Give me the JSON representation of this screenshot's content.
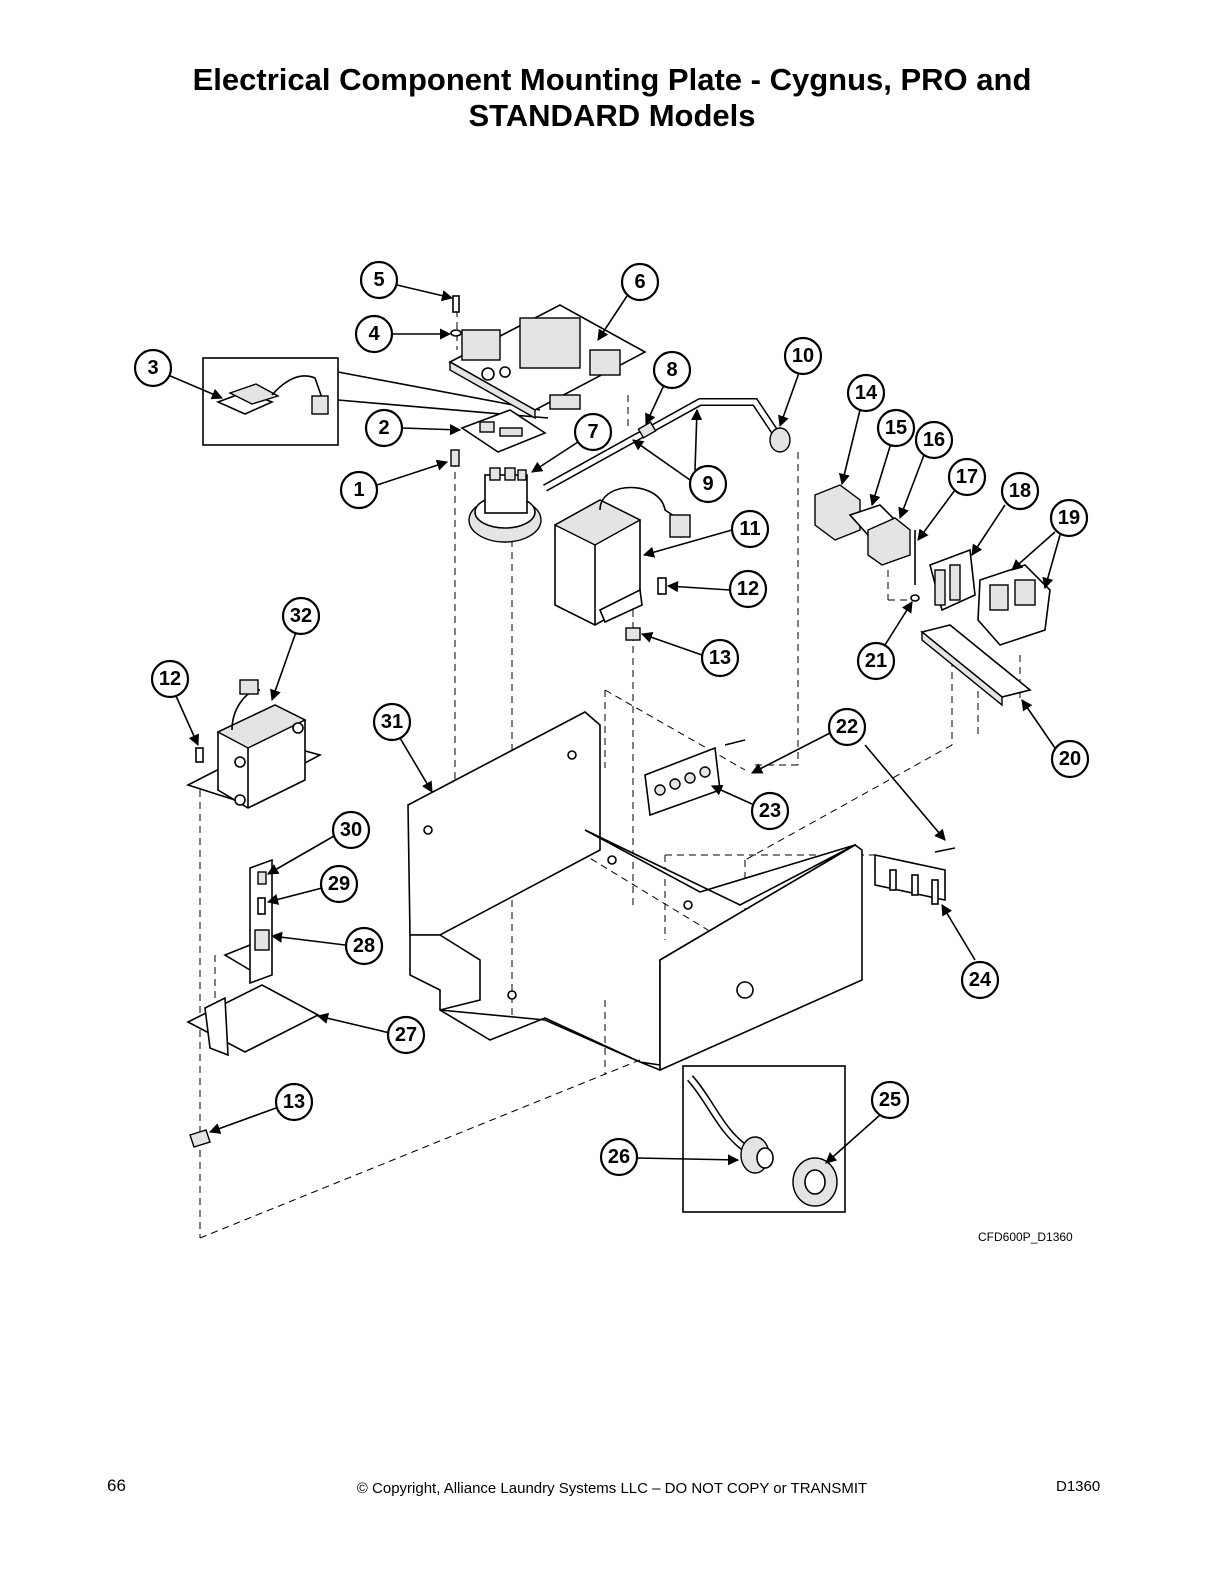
{
  "page": {
    "title_line1": "Electrical Component Mounting Plate - Cygnus, PRO and",
    "title_line2": "STANDARD Models",
    "drawing_id": "CFD600P_D1360",
    "page_number": "66",
    "copyright": "© Copyright, Alliance Laundry Systems LLC – DO NOT COPY or TRANSMIT",
    "document_code": "D1360"
  },
  "callouts": [
    {
      "label": "5"
    },
    {
      "label": "6"
    },
    {
      "label": "4"
    },
    {
      "label": "3"
    },
    {
      "label": "8"
    },
    {
      "label": "10"
    },
    {
      "label": "2"
    },
    {
      "label": "7"
    },
    {
      "label": "14"
    },
    {
      "label": "15"
    },
    {
      "label": "16"
    },
    {
      "label": "1"
    },
    {
      "label": "9"
    },
    {
      "label": "17"
    },
    {
      "label": "18"
    },
    {
      "label": "19"
    },
    {
      "label": "11"
    },
    {
      "label": "12"
    },
    {
      "label": "32"
    },
    {
      "label": "13"
    },
    {
      "label": "21"
    },
    {
      "label": "12"
    },
    {
      "label": "31"
    },
    {
      "label": "22"
    },
    {
      "label": "20"
    },
    {
      "label": "23"
    },
    {
      "label": "30"
    },
    {
      "label": "29"
    },
    {
      "label": "28"
    },
    {
      "label": "24"
    },
    {
      "label": "27"
    },
    {
      "label": "25"
    },
    {
      "label": "13"
    },
    {
      "label": "26"
    }
  ],
  "colors": {
    "ink": "#000000",
    "paper": "#ffffff",
    "shade": "#e4e4e4"
  }
}
